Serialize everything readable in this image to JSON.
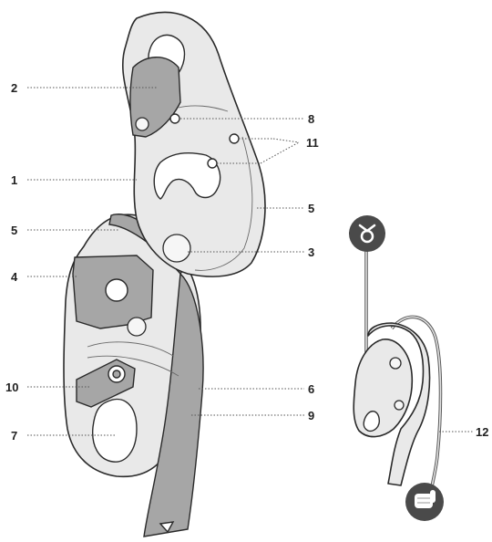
{
  "labels": {
    "l1": "1",
    "l2": "2",
    "l3": "3",
    "l4": "4",
    "l5a": "5",
    "l5b": "5",
    "l6": "6",
    "l7": "7",
    "l8": "8",
    "l9": "9",
    "l10": "10",
    "l11": "11",
    "l12": "12"
  },
  "icons": {
    "anchor": "anchor-icon",
    "hand": "brake-hand-icon"
  },
  "colors": {
    "outline": "#2a2a2a",
    "body": "#e9e9e9",
    "dark_part": "#a6a6a6",
    "icon_circle": "#4a4a4a"
  }
}
